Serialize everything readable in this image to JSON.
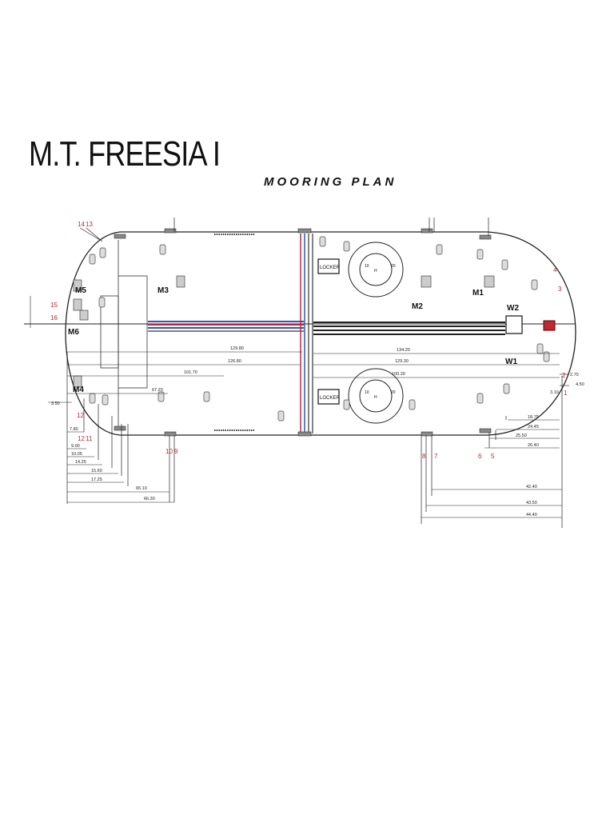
{
  "title": "M.T. FREESIA I",
  "subtitle": "MOORING PLAN",
  "stations": {
    "m1": "M1",
    "m2": "M2",
    "m3": "M3",
    "m4": "M4",
    "m5": "M5",
    "m6": "M6",
    "w1": "W1",
    "w2": "W2"
  },
  "lockers": {
    "top": "LOCKER",
    "bottom": "LOCKER"
  },
  "helideck": {
    "top_left": "10",
    "top_right": "20",
    "bot_left": "10",
    "bot_right": "20",
    "mark": "H"
  },
  "lines": {
    "n1": "1",
    "n2": "2",
    "n3": "3",
    "n4": "4",
    "n5": "5",
    "n6": "6",
    "n7": "7",
    "n8": "8",
    "n9": "9",
    "n10": "10",
    "n11": "11",
    "n12": "12",
    "n13": "13",
    "n14": "14",
    "n15": "15",
    "n16": "16"
  },
  "dimensions": {
    "d129_80": "129.80",
    "d126_80": "126.80",
    "d101_70": "101.70",
    "d67_20": "67.20",
    "d134_20": "134.20",
    "d129_30": "129.30",
    "d100_20": "100.20",
    "d2_70": "2.70",
    "d4_50": "4.50",
    "d3_10": "3.10",
    "d3_50": "3.50",
    "d18_75": "18.75",
    "d24_45": "24.45",
    "d25_50": "25.50",
    "d26_40": "26.40",
    "d7_80": "7.80",
    "d9_00": "9.00",
    "d10_05": "10.05",
    "d14_25": "14.25",
    "d15_60": "15.60",
    "d17_25": "17.25",
    "d65_10": "65.10",
    "d66_30": "66.30",
    "d42_40": "42.40",
    "d43_50": "43.50",
    "d44_40": "44.40"
  }
}
